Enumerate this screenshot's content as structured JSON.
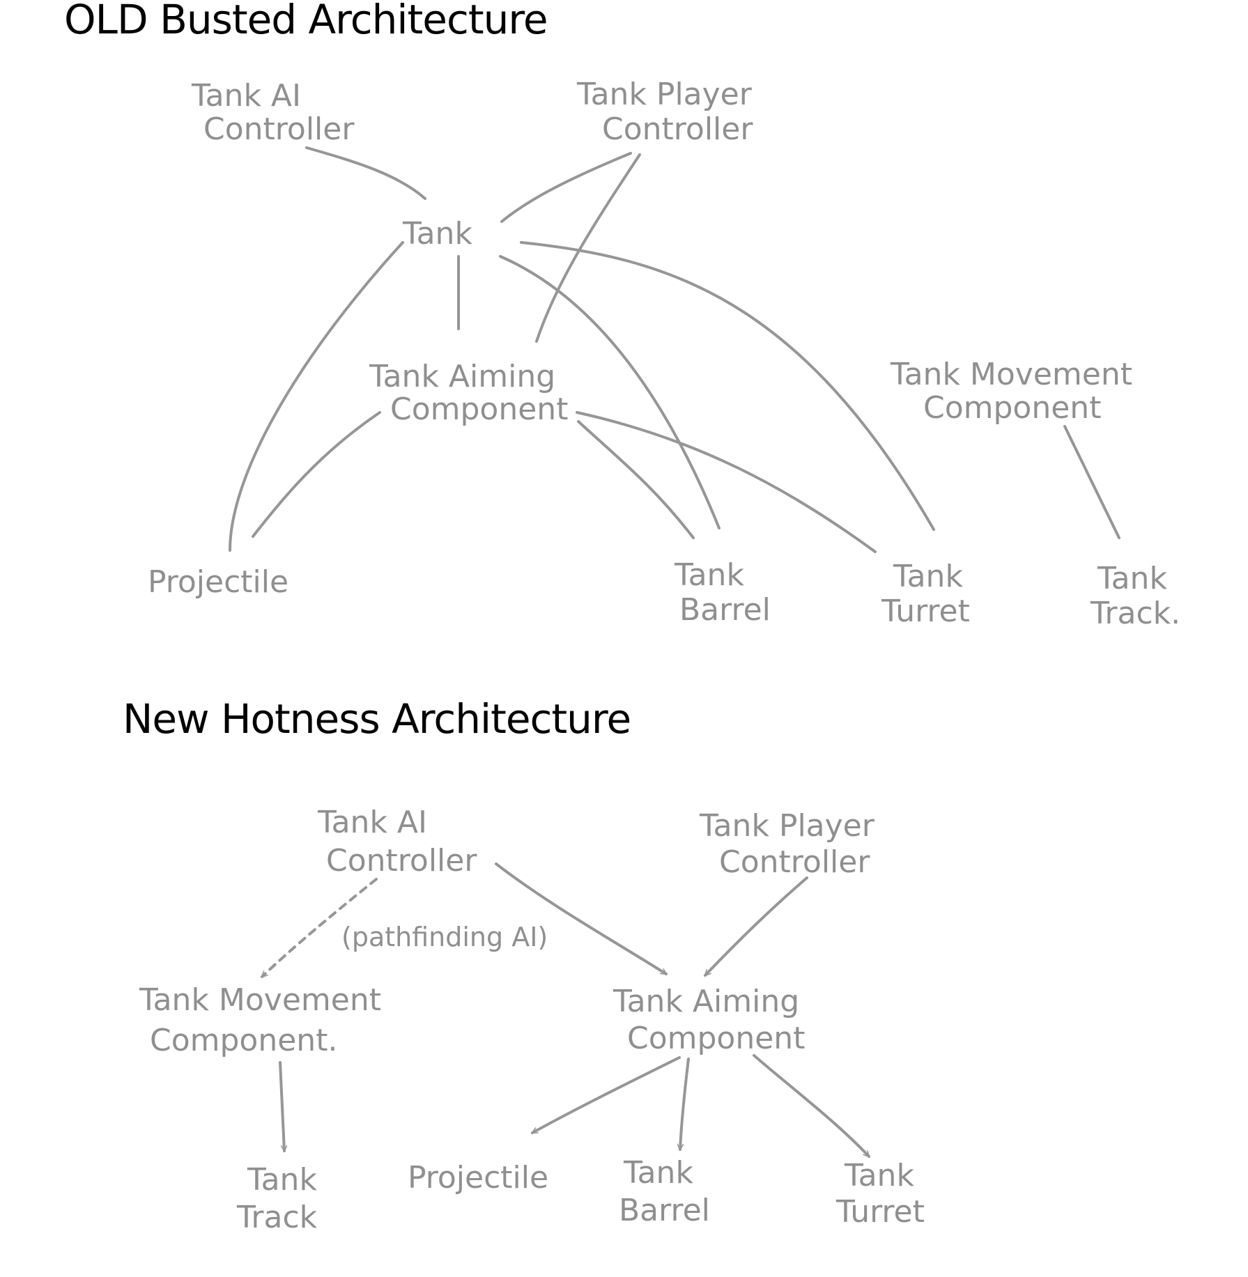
{
  "old_architecture": {
    "title": "OLD Busted Architecture",
    "nodes": {
      "ai_controller": [
        "Tank AI",
        "Controller"
      ],
      "player_controller": [
        "Tank Player",
        "Controller"
      ],
      "tank": [
        "Tank"
      ],
      "aiming_component": [
        "Tank Aiming",
        "Component"
      ],
      "movement_component": [
        "Tank Movement",
        "Component"
      ],
      "projectile": [
        "Projectile"
      ],
      "barrel": [
        "Tank",
        "Barrel"
      ],
      "turret": [
        "Tank",
        "Turret"
      ],
      "track": [
        "Tank",
        "Track."
      ]
    }
  },
  "new_architecture": {
    "title": "New Hotness Architecture",
    "nodes": {
      "ai_controller": [
        "Tank AI",
        "Controller"
      ],
      "player_controller": [
        "Tank Player",
        "Controller"
      ],
      "movement_component": [
        "Tank Movement",
        "Component."
      ],
      "aiming_component": [
        "Tank Aiming",
        "Component"
      ],
      "track": [
        "Tank",
        "Track"
      ],
      "projectile": [
        "Projectile"
      ],
      "barrel": [
        "Tank",
        "Barrel"
      ],
      "turret": [
        "Tank",
        "Turret"
      ]
    },
    "annotation": "(pathfinding AI)"
  },
  "colors": {
    "heading": "#000000",
    "node_text": "#8f8f8f",
    "link": "#969696"
  }
}
